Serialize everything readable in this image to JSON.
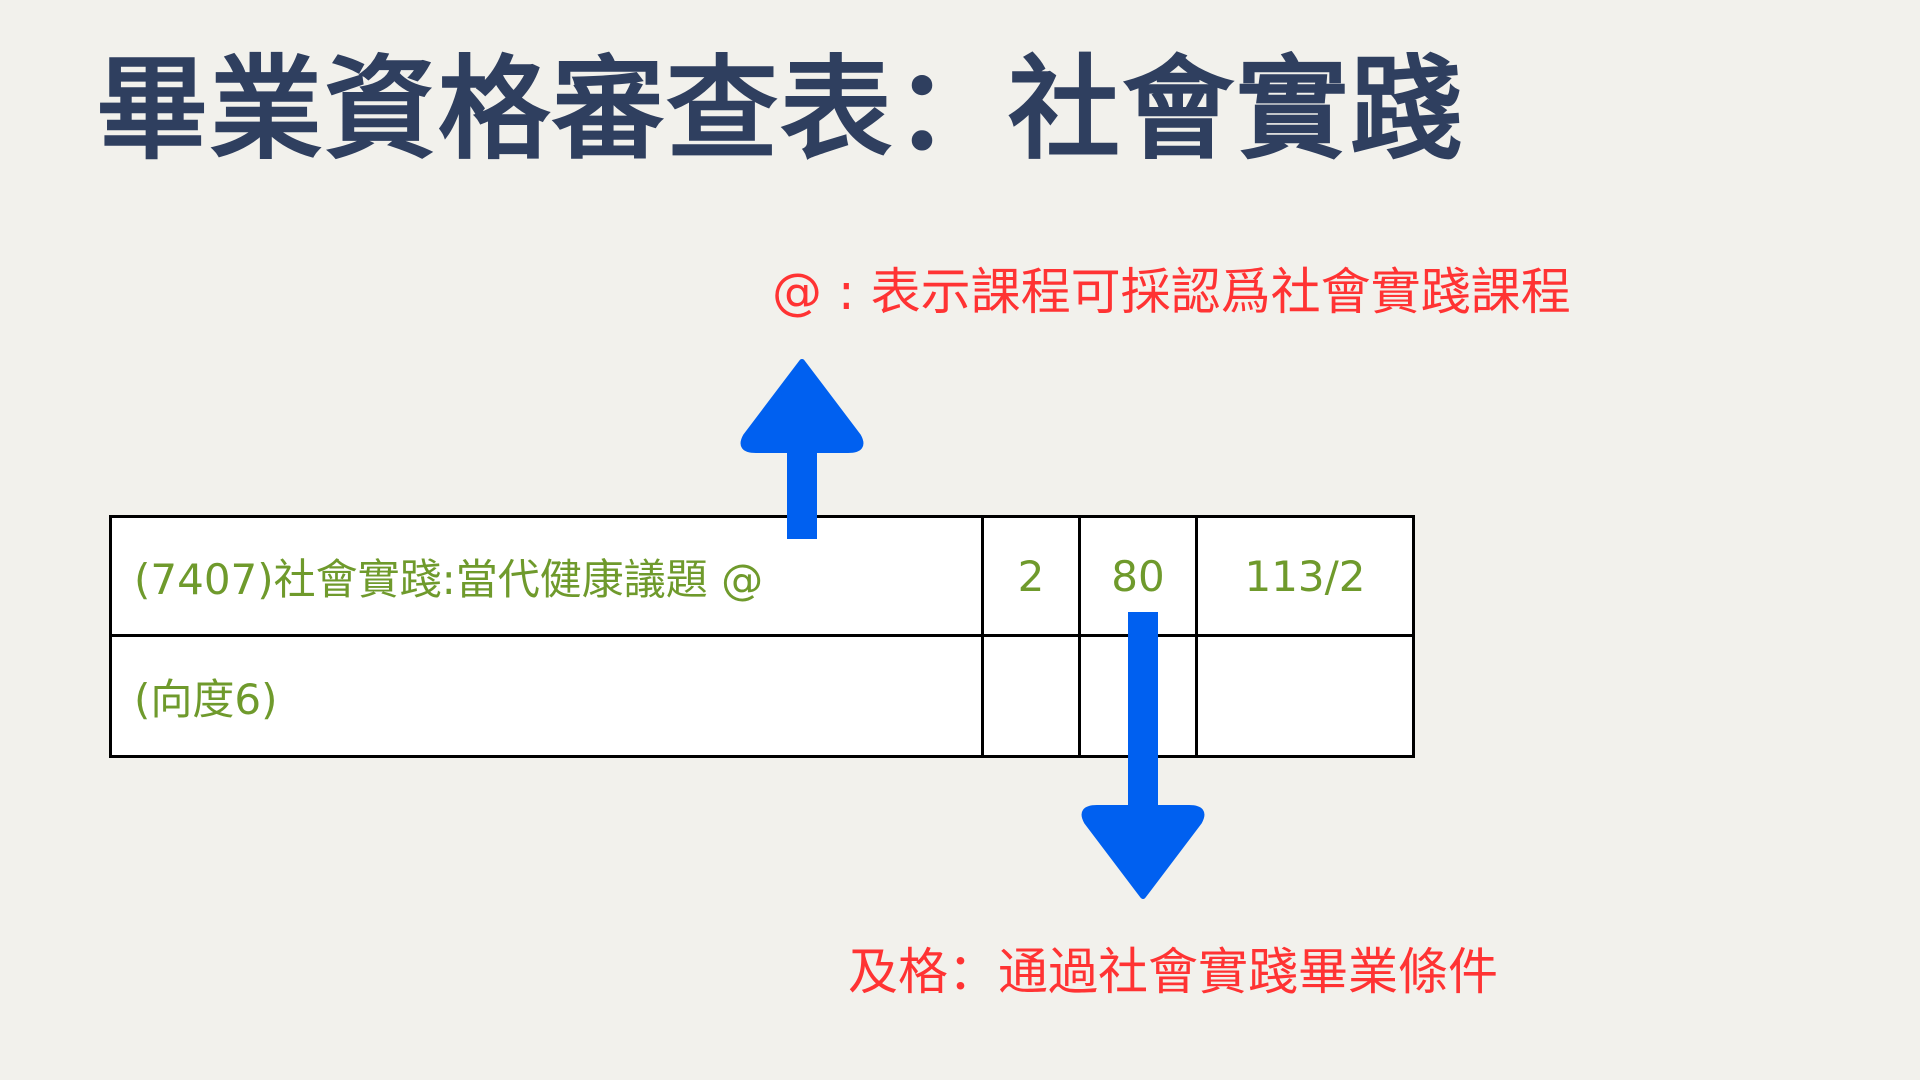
{
  "title": "畢業資格審查表：社會實踐",
  "annotations": {
    "at_symbol": "@ : 表示課程可採認爲社會實踐課程",
    "pass": "及格：通過社會實踐畢業條件"
  },
  "table": {
    "rows": [
      {
        "course": "(7407)社會實踐:當代健康議題 @",
        "credits": "2",
        "score": "80",
        "semester": "113/2"
      },
      {
        "course": "(向度6)",
        "credits": "",
        "score": "",
        "semester": ""
      }
    ]
  },
  "colors": {
    "arrow": "#0060f0",
    "annotation": "#ff3333",
    "table_text": "#6f9a2c",
    "title": "#2f3f5f"
  }
}
